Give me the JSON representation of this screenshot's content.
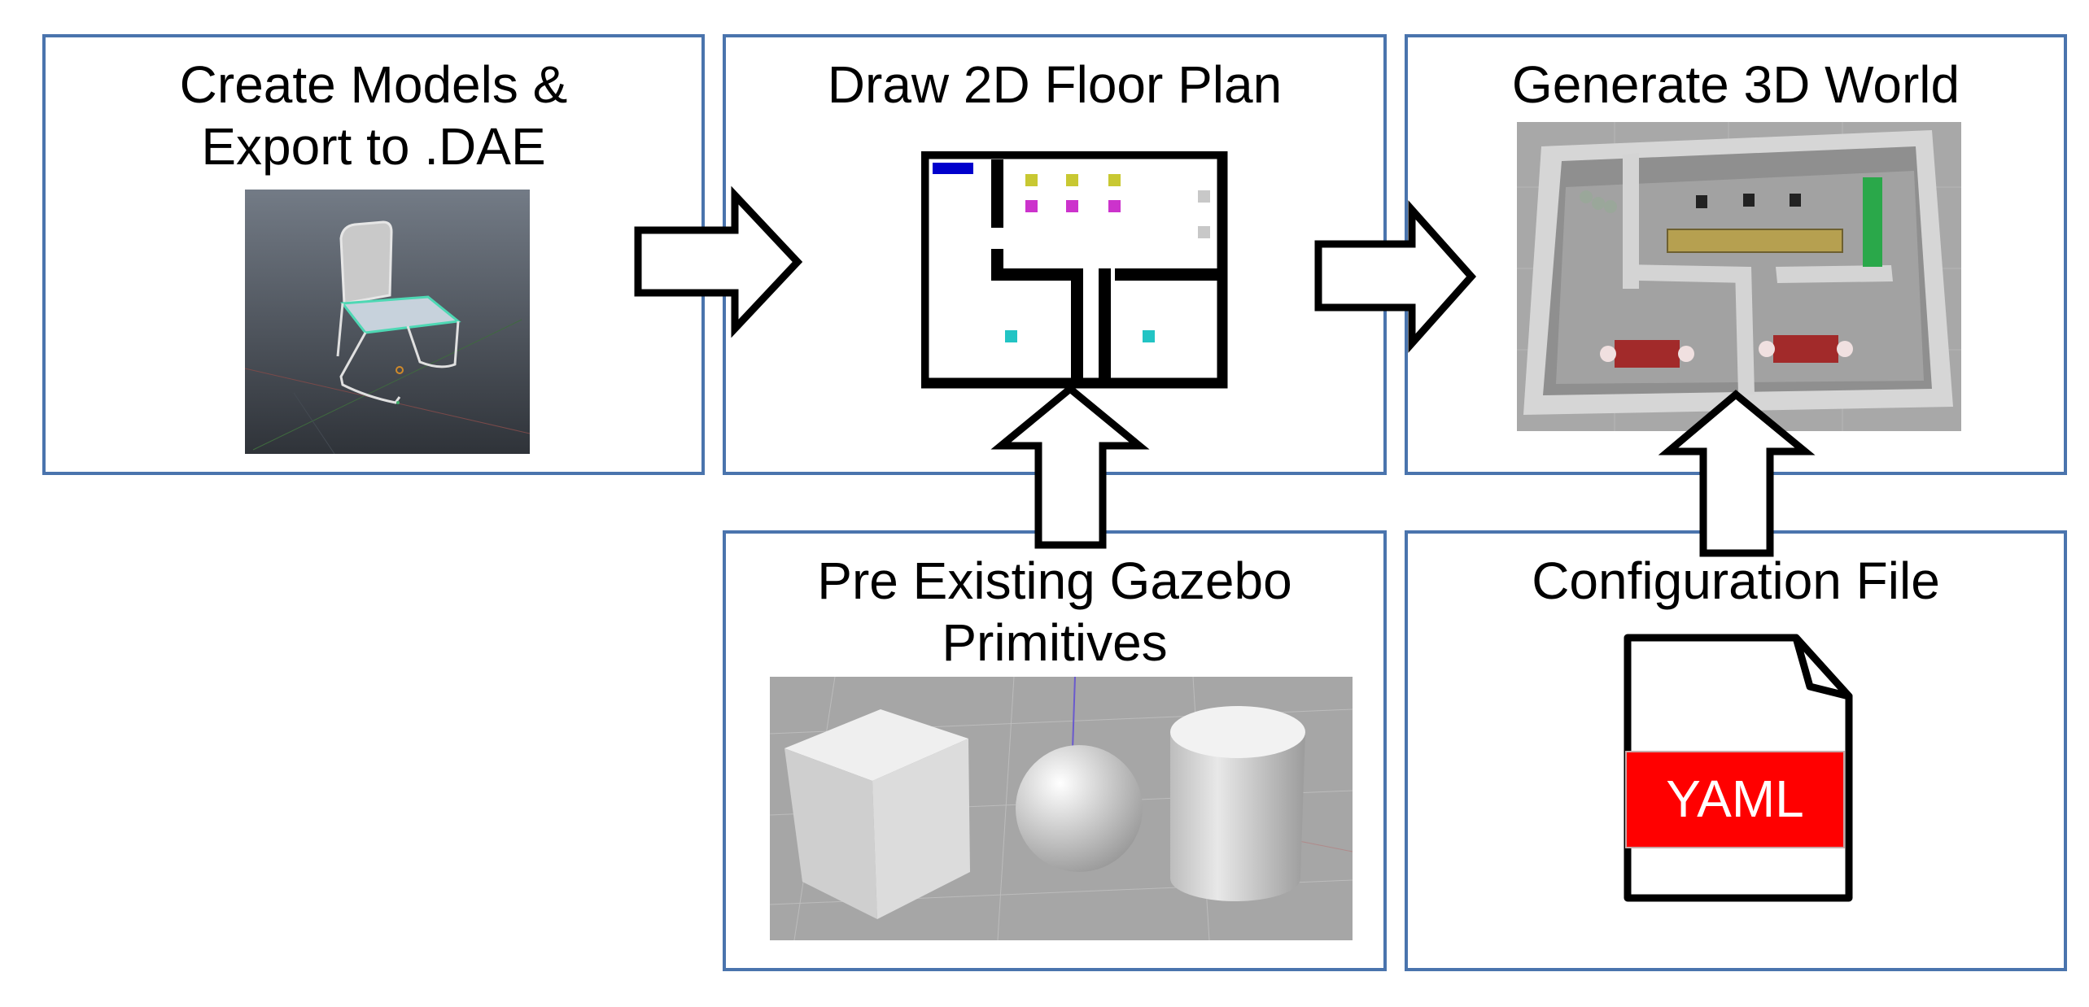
{
  "boxes": {
    "models": {
      "line1": "Create Models &",
      "line2": "Export to .DAE"
    },
    "floorplan": {
      "title": "Draw 2D Floor Plan"
    },
    "world": {
      "title": "Generate 3D World"
    },
    "primitives": {
      "line1": "Pre Existing Gazebo",
      "line2": "Primitives"
    },
    "config": {
      "title": "Configuration File",
      "file_label": "YAML"
    }
  },
  "icons": {
    "models": "chair-model-icon",
    "floorplan": "floor-plan-icon",
    "world": "3d-world-icon",
    "primitives": "primitive-shapes-icon",
    "config": "yaml-file-icon",
    "arrow": "block-arrow-icon"
  },
  "colors": {
    "box_border": "#4a74ad",
    "yaml_band": "#ff0000",
    "floor_wall": "#000000",
    "arrow_fill": "#ffffff",
    "arrow_stroke": "#000000"
  }
}
